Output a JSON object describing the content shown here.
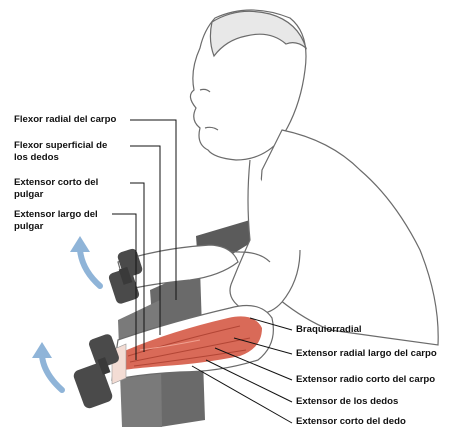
{
  "left_labels": [
    {
      "id": "flexor_radial_carpo",
      "text": "Flexor radial del carpo"
    },
    {
      "id": "flexor_superficial",
      "text": "Flexor superficial de\nlos dedos"
    },
    {
      "id": "extensor_corto_pulgar",
      "text": "Extensor corto del\npulgar"
    },
    {
      "id": "extensor_largo_pulgar",
      "text": "Extensor largo del\npulgar"
    }
  ],
  "right_labels": [
    {
      "id": "braquiorradial",
      "text": "Braquiorradial"
    },
    {
      "id": "extensor_radial_largo",
      "text": "Extensor radial largo del carpo"
    },
    {
      "id": "extensor_radio_corto",
      "text": "Extensor radio corto del carpo"
    },
    {
      "id": "extensor_dedos",
      "text": "Extensor de los dedos"
    },
    {
      "id": "extensor_corto_dedo",
      "text": "Extensor corto del dedo"
    }
  ],
  "colors": {
    "skin_line": "#6b6b6b",
    "muscle": "#d96a58",
    "muscle_dark": "#b24535",
    "dumbbell": "#4a4a4a",
    "bench": "#5b5b5b",
    "arrow": "#8fb4d8",
    "leader": "#111111"
  },
  "icons": {
    "arrow_upper": "curved-arrow-up-icon",
    "arrow_lower": "curved-arrow-up-icon"
  }
}
